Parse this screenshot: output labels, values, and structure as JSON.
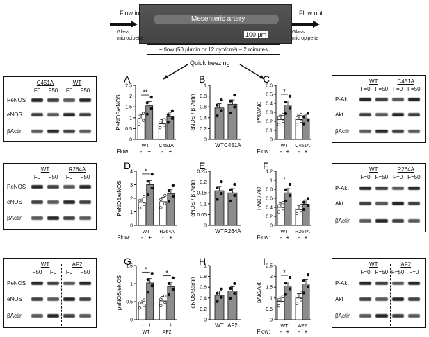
{
  "colors": {
    "filled": "#8c8c8c",
    "open": "#ffffff",
    "axis": "#111111"
  },
  "top": {
    "flow_in": "Flow in",
    "flow_out": "Flow out",
    "artery": "Mesenteric artery",
    "scale": "100 μm",
    "glass_left": "Glass\nmicropipette",
    "glass_right": "Glass\nmicropipette",
    "flow_box": "+ flow (50 μl/min or 12 dyn/cm²) – 2 minutes",
    "quick": "Quick freezing"
  },
  "blots": {
    "c451a_enos": {
      "headers": [
        "C451A",
        "WT"
      ],
      "sub": [
        "F0",
        "F50",
        "F0",
        "F50"
      ],
      "rows": [
        "PeNOS",
        "eNOS",
        "βActin"
      ]
    },
    "c451a_akt": {
      "headers": [
        "WT",
        "C451A"
      ],
      "sub": [
        "F=0",
        "F=50",
        "F=0",
        "F=50"
      ],
      "rows": [
        "P-Akt",
        "Akt",
        "βActin"
      ]
    },
    "r264a_enos": {
      "headers": [
        "WT",
        "R264A"
      ],
      "sub": [
        "F0",
        "F50",
        "F0",
        "F50"
      ],
      "rows": [
        "PeNOS",
        "eNOS",
        "βActin"
      ]
    },
    "r264a_akt": {
      "headers": [
        "WT",
        "R264A"
      ],
      "sub": [
        "F=0",
        "F=50",
        "F=0",
        "F=50"
      ],
      "rows": [
        "P-Akt",
        "Akt",
        "βActin"
      ]
    },
    "af2_enos": {
      "headers": [
        "WT",
        "AF2"
      ],
      "sub": [
        "F50",
        "F0",
        "F0",
        "F50"
      ],
      "rows": [
        "PeNOS",
        "eNOS",
        "βActin"
      ]
    },
    "af2_akt": {
      "headers": [
        "WT",
        "AF2"
      ],
      "sub": [
        "F=0",
        "F=50",
        "F=50",
        "F=0"
      ],
      "rows": [
        "P-Akt",
        "Akt",
        "βActin"
      ]
    }
  },
  "chart_data": [
    {
      "panel": "A",
      "type": "bar",
      "ylabel": "PeNOS/eNOS",
      "ylim": [
        0,
        2.5
      ],
      "yticks": [
        "0",
        "0.5",
        "1",
        "1.5",
        "2",
        "2.5"
      ],
      "groups": [
        "WT",
        "C451A"
      ],
      "flow_label": "Flow:",
      "flow_signs": [
        "-",
        "+",
        "-",
        "+"
      ],
      "values": [
        0.95,
        1.55,
        0.72,
        1.05
      ],
      "sig": [
        "**"
      ]
    },
    {
      "panel": "B",
      "type": "bar",
      "ylabel": "eNOS / β-Actin",
      "ylim": [
        0,
        1
      ],
      "yticks": [
        "0",
        "0.2",
        "0.4",
        "0.6",
        "0.8",
        "1"
      ],
      "groups": [
        "WT",
        "C451A"
      ],
      "values": [
        0.58,
        0.65
      ]
    },
    {
      "panel": "C",
      "type": "bar",
      "ylabel": "PAkt/Akt",
      "ylim": [
        0,
        0.6
      ],
      "yticks": [
        "0",
        "0.1",
        "0.2",
        "0.3",
        "0.4",
        "0.5",
        "0.6"
      ],
      "groups": [
        "WT",
        "C451A"
      ],
      "flow_label": "Flow:",
      "flow_signs": [
        "-",
        "+",
        "-",
        "+"
      ],
      "values": [
        0.22,
        0.38,
        0.22,
        0.23
      ],
      "sig": [
        "*"
      ]
    },
    {
      "panel": "D",
      "type": "bar",
      "ylabel": "PeNOS/eNOS",
      "ylim": [
        0,
        4
      ],
      "yticks": [
        "0",
        "1",
        "2",
        "3",
        "4"
      ],
      "groups": [
        "WT",
        "R264A"
      ],
      "flow_label": "Flow:",
      "flow_signs": [
        "-",
        "+",
        "-",
        "+"
      ],
      "values": [
        1.7,
        3.0,
        1.75,
        2.35
      ],
      "sig": [
        "*"
      ]
    },
    {
      "panel": "E",
      "type": "bar",
      "ylabel": "eNOS / β-Actin",
      "ylim": [
        0,
        0.25
      ],
      "yticks": [
        "0",
        "0.05",
        "0.1",
        "0.15",
        "0.2",
        "0.25"
      ],
      "groups": [
        "WT",
        "R264A"
      ],
      "values": [
        0.16,
        0.15
      ]
    },
    {
      "panel": "F",
      "type": "bar",
      "ylabel": "PAkt / Akt",
      "ylim": [
        0,
        1.2
      ],
      "yticks": [
        "0",
        "0.2",
        "0.4",
        "0.6",
        "0.8",
        "1",
        "1.2"
      ],
      "groups": [
        "WT",
        "R264A"
      ],
      "flow_label": "Flow:",
      "flow_signs": [
        "-",
        "+",
        "-",
        "+"
      ],
      "values": [
        0.4,
        0.72,
        0.35,
        0.47
      ],
      "sig": [
        "*"
      ]
    },
    {
      "panel": "G",
      "type": "bar",
      "ylabel": "peNOS/eNOS",
      "ylim": [
        0,
        1.5
      ],
      "yticks": [
        "0",
        "0.5",
        "1",
        "1.5"
      ],
      "groups": [
        "WT",
        "AF2"
      ],
      "flow_signs": [
        "-",
        "+",
        "-",
        "+"
      ],
      "values": [
        0.43,
        1.02,
        0.52,
        0.92
      ],
      "sig": [
        "*",
        "*"
      ]
    },
    {
      "panel": "H",
      "type": "bar",
      "ylabel": "eNOS/βactin",
      "ylim": [
        0,
        1
      ],
      "yticks": [
        "0",
        "0.2",
        "0.4",
        "0.6",
        "0.8",
        "1"
      ],
      "groups": [
        "WT",
        "AF2"
      ],
      "values": [
        0.45,
        0.53
      ]
    },
    {
      "panel": "I",
      "type": "bar",
      "ylabel": "pAkt/Akt",
      "ylim": [
        0,
        2.5
      ],
      "yticks": [
        "0",
        "0.5",
        "1",
        "1.5",
        "2",
        "2.5"
      ],
      "groups": [
        "WT",
        "AF2"
      ],
      "flow_label": "Flow:",
      "flow_signs": [
        "-",
        "+",
        "-",
        "+"
      ],
      "values": [
        0.85,
        1.55,
        1.0,
        1.65
      ],
      "sig": [
        "*"
      ]
    }
  ]
}
